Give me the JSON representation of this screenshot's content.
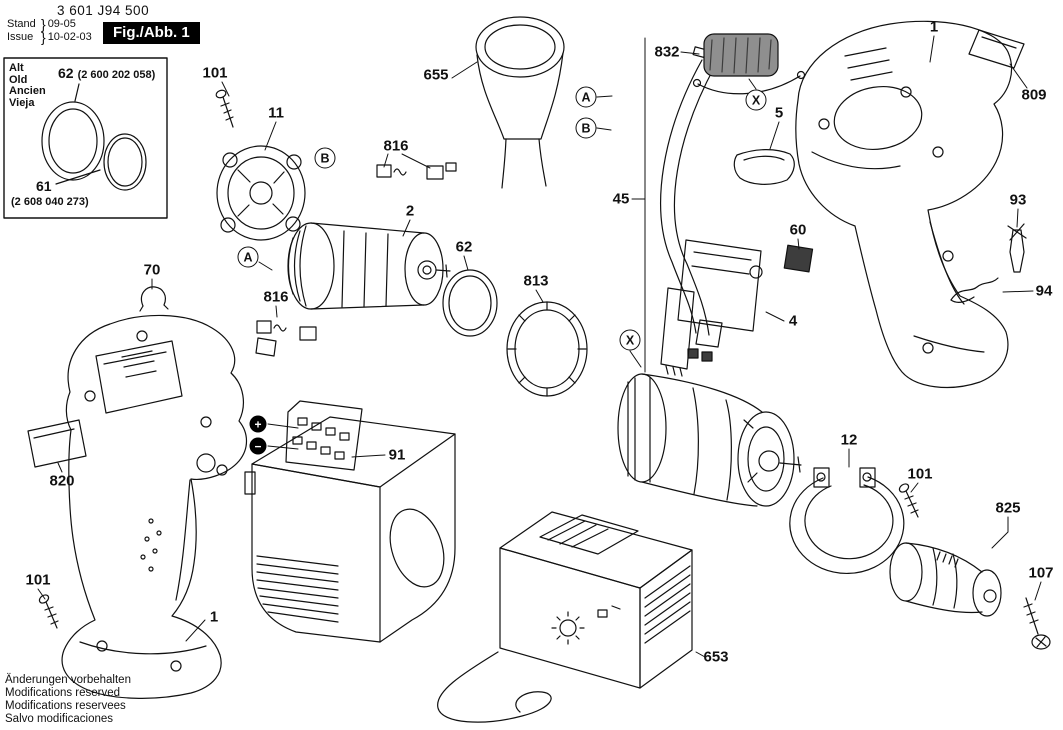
{
  "colors": {
    "ink": "#111111",
    "paper": "#ffffff",
    "badge_bg": "#000000",
    "badge_text": "#ffffff"
  },
  "header": {
    "part_number": "3 601 J94 500",
    "stand_label": "Stand",
    "stand_value": "09-05",
    "issue_label": "Issue",
    "issue_value": "10-02-03",
    "brace": "}",
    "figure_label": "Fig./Abb. 1"
  },
  "old_parts_box": {
    "language_labels": [
      "Alt",
      "Old",
      "Ancien",
      "Vieja"
    ],
    "items": [
      {
        "ref": "62",
        "code": "(2 600 202 058)"
      },
      {
        "ref": "61",
        "code": "(2 608 040 273)"
      }
    ]
  },
  "callouts": [
    {
      "id": "101-gearplate-screw",
      "text": "101"
    },
    {
      "id": "11",
      "text": "11"
    },
    {
      "id": "816-motor-terminals",
      "text": "816"
    },
    {
      "id": "2",
      "text": "2"
    },
    {
      "id": "655",
      "text": "655"
    },
    {
      "id": "832",
      "text": "832"
    },
    {
      "id": "45",
      "text": "45"
    },
    {
      "id": "5",
      "text": "5"
    },
    {
      "id": "1-housing-right",
      "text": "1"
    },
    {
      "id": "809",
      "text": "809"
    },
    {
      "id": "93",
      "text": "93"
    },
    {
      "id": "60",
      "text": "60"
    },
    {
      "id": "94",
      "text": "94"
    },
    {
      "id": "4",
      "text": "4"
    },
    {
      "id": "62",
      "text": "62"
    },
    {
      "id": "813",
      "text": "813"
    },
    {
      "id": "70",
      "text": "70"
    },
    {
      "id": "816-battery-terminals",
      "text": "816"
    },
    {
      "id": "91",
      "text": "91"
    },
    {
      "id": "820",
      "text": "820"
    },
    {
      "id": "12",
      "text": "12"
    },
    {
      "id": "101-clamp-screw",
      "text": "101"
    },
    {
      "id": "825",
      "text": "825"
    },
    {
      "id": "107",
      "text": "107"
    },
    {
      "id": "101-housing-screw",
      "text": "101"
    },
    {
      "id": "1-housing-left",
      "text": "1"
    },
    {
      "id": "653",
      "text": "653"
    }
  ],
  "assembly_markers": [
    {
      "id": "a-wire-upper",
      "text": "A"
    },
    {
      "id": "b-wire-lower",
      "text": "B"
    },
    {
      "id": "x-selector",
      "text": "X"
    },
    {
      "id": "a-motor",
      "text": "A"
    },
    {
      "id": "b-terminals",
      "text": "B"
    },
    {
      "id": "x-gearbox",
      "text": "X"
    }
  ],
  "battery_polarity": [
    {
      "id": "plus",
      "text": "+"
    },
    {
      "id": "minus",
      "text": "−"
    }
  ],
  "footer": {
    "lines": [
      "Änderungen vorbehalten",
      "Modifications reserved",
      "Modifications reservees",
      "Salvo modificaciones"
    ]
  }
}
